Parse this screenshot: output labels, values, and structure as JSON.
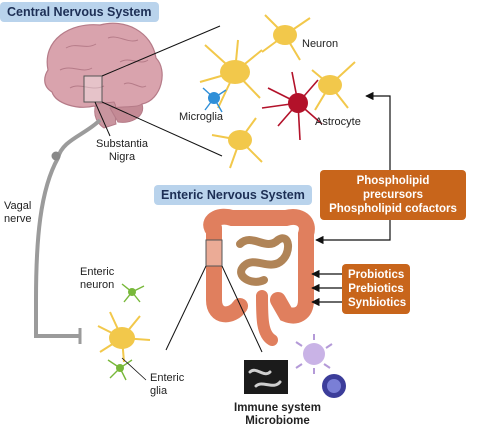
{
  "headers": {
    "cns": "Central Nervous System",
    "ens": "Enteric Nervous System"
  },
  "labels": {
    "neuron": "Neuron",
    "microglia": "Microglia",
    "astrocyte": "Astrocyte",
    "substantia_line1": "Substantia",
    "substantia_line2": "Nigra",
    "vagal_line1": "Vagal",
    "vagal_line2": "nerve",
    "enteric_neuron_line1": "Enteric",
    "enteric_neuron_line2": "neuron",
    "enteric_glia_line1": "Enteric",
    "enteric_glia_line2": "glia",
    "immune_line1": "Immune system",
    "immune_line2": "Microbiome"
  },
  "boxes": {
    "phospholipid_line1": "Phospholipid precursors",
    "phospholipid_line2": "Phospholipid cofactors",
    "pro": "Probiotics",
    "pre": "Prebiotics",
    "syn": "Synbiotics"
  },
  "colors": {
    "header_bg": "#b9d3ec",
    "box_bg": "#c8651b",
    "neuron": "#f2c84b",
    "microglia": "#2f8fd8",
    "astrocyte": "#b3122a",
    "enteric_glia": "#78b83a",
    "brain": "#d9a3ad",
    "gut": "#e07f5e"
  },
  "icons": [
    "brain-illustration",
    "gut-illustration",
    "bacteria-micrograph-icon",
    "immune-cell-icon",
    "microbe-sphere-icon"
  ]
}
